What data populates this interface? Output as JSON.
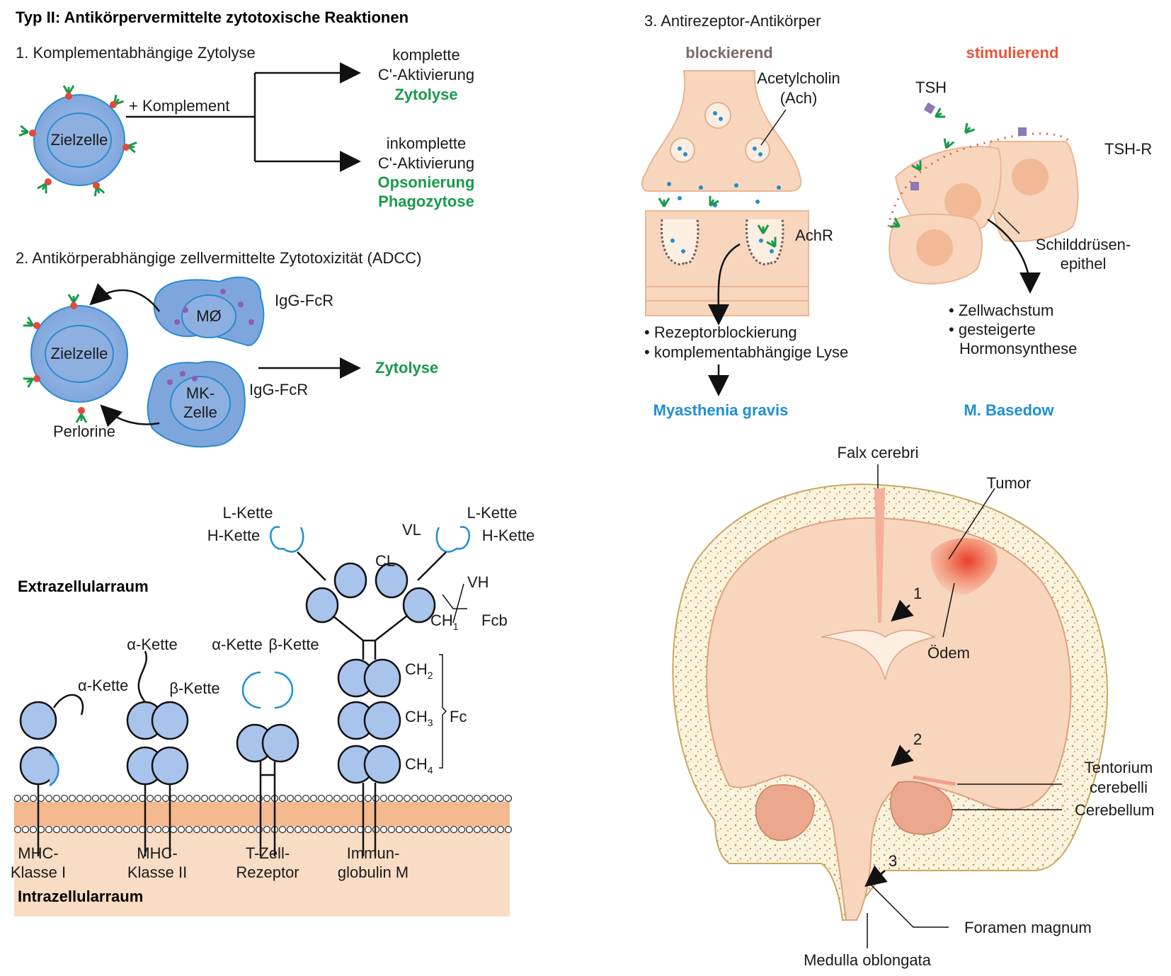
{
  "panel1": {
    "title": "Typ II: Antikörpervermittelte zytotoxische Reaktionen",
    "section1": {
      "heading": "1. Komplementabhängige Zytolyse",
      "cell_label": "Zielzelle",
      "plus_label": "+ Komplement",
      "branch_top": {
        "line1": "komplette",
        "line2": "C'-Aktivierung",
        "result": "Zytolyse"
      },
      "branch_bottom": {
        "line1": "inkomplette",
        "line2": "C'-Aktivierung",
        "result1": "Opsonierung",
        "result2": "Phagozytose"
      }
    },
    "section2": {
      "heading": "2. Antikörperabhängige zellvermittelte Zytotoxizität (ADCC)",
      "target_cell": "Zielzelle",
      "macrophage": "MØ",
      "nk_cell_line1": "MK-",
      "nk_cell_line2": "Zelle",
      "receptor_top": "IgG-FcR",
      "receptor_bottom": "IgG-FcR",
      "perlorine": "Perlorine",
      "result": "Zytolyse"
    }
  },
  "panel2": {
    "heading": "3. Antirezeptor-Antikörper",
    "blocking": {
      "title": "blockierend",
      "transmitter_line1": "Acetylcholin",
      "transmitter_line2": "(Ach)",
      "receptor": "AchR",
      "bullets": [
        "Rezeptorblockierung",
        "komplementabhängige Lyse"
      ],
      "disease": "Myasthenia gravis"
    },
    "stimulating": {
      "title": "stimulierend",
      "hormone": "TSH",
      "receptor": "TSH-R",
      "tissue_line1": "Schilddrüsen-",
      "tissue_line2": "epithel",
      "bullets": [
        "Zellwachstum",
        "gesteigerte",
        "Hormonsynthese"
      ],
      "disease": "M. Basedow"
    }
  },
  "panel3": {
    "extracellular": "Extrazellularraum",
    "intracellular": "Intrazellularraum",
    "labels": {
      "l_chain_left": "L-Kette",
      "h_chain_left": "H-Kette",
      "l_chain_right": "L-Kette",
      "h_chain_right": "H-Kette",
      "vl": "VL",
      "cl": "CL",
      "vh": "VH",
      "ch1": "CH",
      "ch1_sub": "1",
      "fcb": "Fcb",
      "ch2": "CH",
      "ch2_sub": "2",
      "ch3": "CH",
      "ch3_sub": "3",
      "ch4": "CH",
      "ch4_sub": "4",
      "fc": "Fc",
      "mhc1_alpha": "α-Kette",
      "mhc2_alpha": "α-Kette",
      "mhc2_beta": "β-Kette",
      "tcr_alpha": "α-Kette",
      "tcr_beta": "β-Kette"
    },
    "molecules": [
      {
        "line1": "MHC-",
        "line2": "Klasse I"
      },
      {
        "line1": "MHC-",
        "line2": "Klasse II"
      },
      {
        "line1": "T-Zell-",
        "line2": "Rezeptor"
      },
      {
        "line1": "Immun-",
        "line2": "globulin M"
      }
    ]
  },
  "panel4": {
    "falx": "Falx cerebri",
    "tumor": "Tumor",
    "edema": "Ödem",
    "tentorium_line1": "Tentorium",
    "tentorium_line2": "cerebelli",
    "cerebellum": "Cerebellum",
    "foramen": "Foramen magnum",
    "medulla": "Medulla oblongata",
    "arrows": [
      "1",
      "2",
      "3"
    ]
  },
  "colors": {
    "green": "#1a9a4a",
    "blue": "#1f8fd0",
    "cell_blue": "#7fa6dc",
    "peach": "#f8d6bd",
    "red": "#e8553a",
    "brown": "#7a6a66",
    "bone": "#c8a860"
  }
}
